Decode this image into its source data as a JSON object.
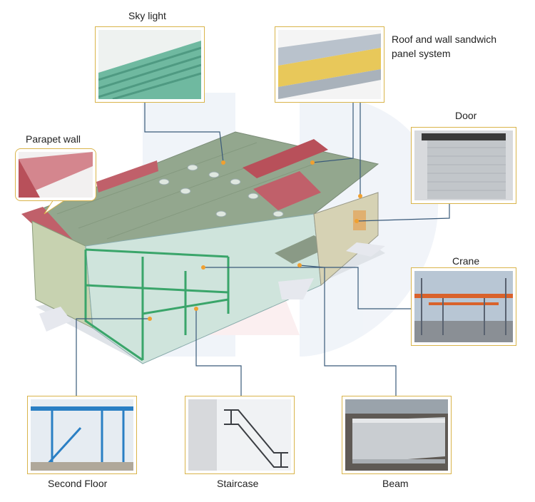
{
  "labels": {
    "sky_light": "Sky light",
    "roof_wall_line1": "Roof and wall sandwich",
    "roof_wall_line2": "panel  system",
    "parapet_wall": "Parapet wall",
    "door": "Door",
    "crane": "Crane",
    "second_floor": "Second Floor",
    "staircase": "Staircase",
    "beam": "Beam"
  },
  "colors": {
    "frame_border": "#d9b44a",
    "leader_line": "#3a5a7a",
    "callout_dot": "#f0a030",
    "roof_green": "#8fa98a",
    "steel_frame": "#3aa56a",
    "parapet_red": "#b8505a",
    "watermark": "#c9d6ec"
  }
}
